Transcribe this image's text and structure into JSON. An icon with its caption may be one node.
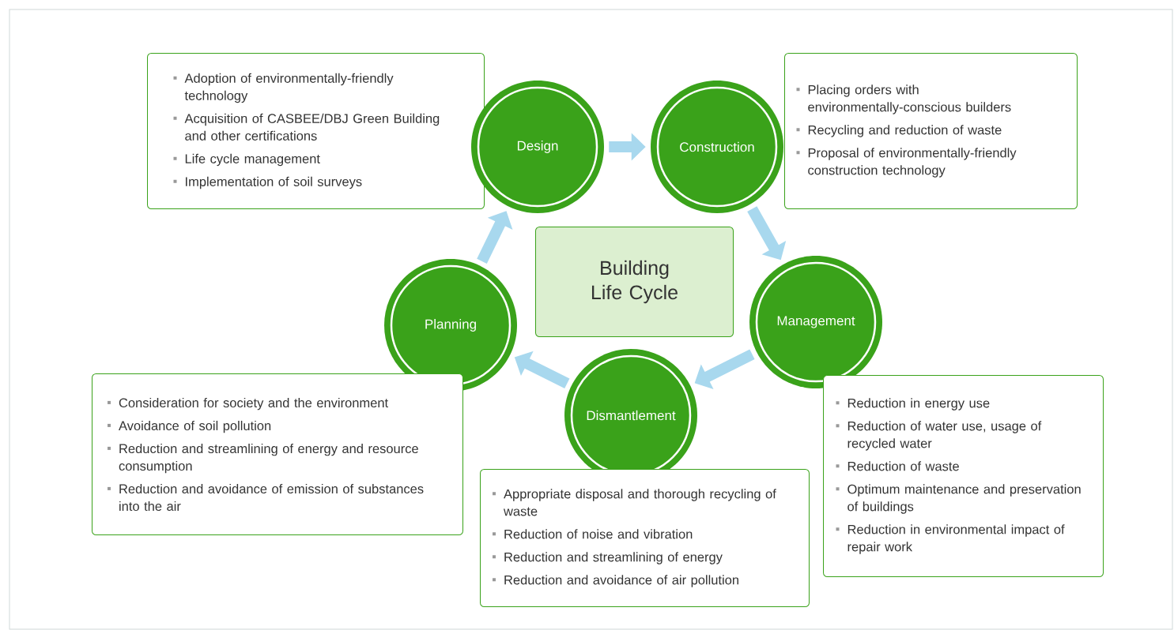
{
  "diagram": {
    "nodes": [
      {
        "text": [
          "Adoption of environmentally-friendly technology",
          "Acquisition of CASBEE/DBJ Green Building and other certifications",
          "Life cycle management",
          "Implementation of soil surveys"
        ]
      },
      {
        "text": [
          "Design"
        ]
      },
      {
        "text": [
          "Construction"
        ]
      },
      {
        "text": [
          "Placing orders with environmentally-conscious builders",
          "Recycling and reduction of waste",
          "Proposal of environmentally-friendly construction technology"
        ]
      },
      {
        "text": [
          "Building Life Cycle"
        ]
      },
      {
        "text": [
          "Planning"
        ]
      },
      {
        "text": [
          "Management"
        ]
      },
      {
        "text": [
          "Consideration for society and the environment",
          "Avoidance of soil pollution",
          "Reduction and streamlining of energy and resource consumption",
          "Reduction and avoidance of emission of substances into the air"
        ]
      },
      {
        "text": [
          "Dismantlement"
        ]
      },
      {
        "text": [
          "Appropriate disposal and thorough recycling of waste",
          "Reduction of noise and vibration",
          "Reduction and streamlining of energy",
          "Reduction and avoidance of air pollution"
        ]
      },
      {
        "text": [
          "Reduction in energy use",
          "Reduction of water use, usage of recycled water",
          "Reduction of waste",
          "Optimum maintenance and preservation of buildings",
          "Reduction in environmental impact of repair work"
        ]
      }
    ],
    "edges": [
      {
        "from": 1,
        "to": 2,
        "arrow": "to"
      },
      {
        "from": 2,
        "to": 6,
        "arrow": "to"
      },
      {
        "from": 6,
        "to": 8,
        "arrow": "to"
      },
      {
        "from": 8,
        "to": 5,
        "arrow": "to"
      },
      {
        "from": 5,
        "to": 1,
        "arrow": "to"
      }
    ]
  }
}
